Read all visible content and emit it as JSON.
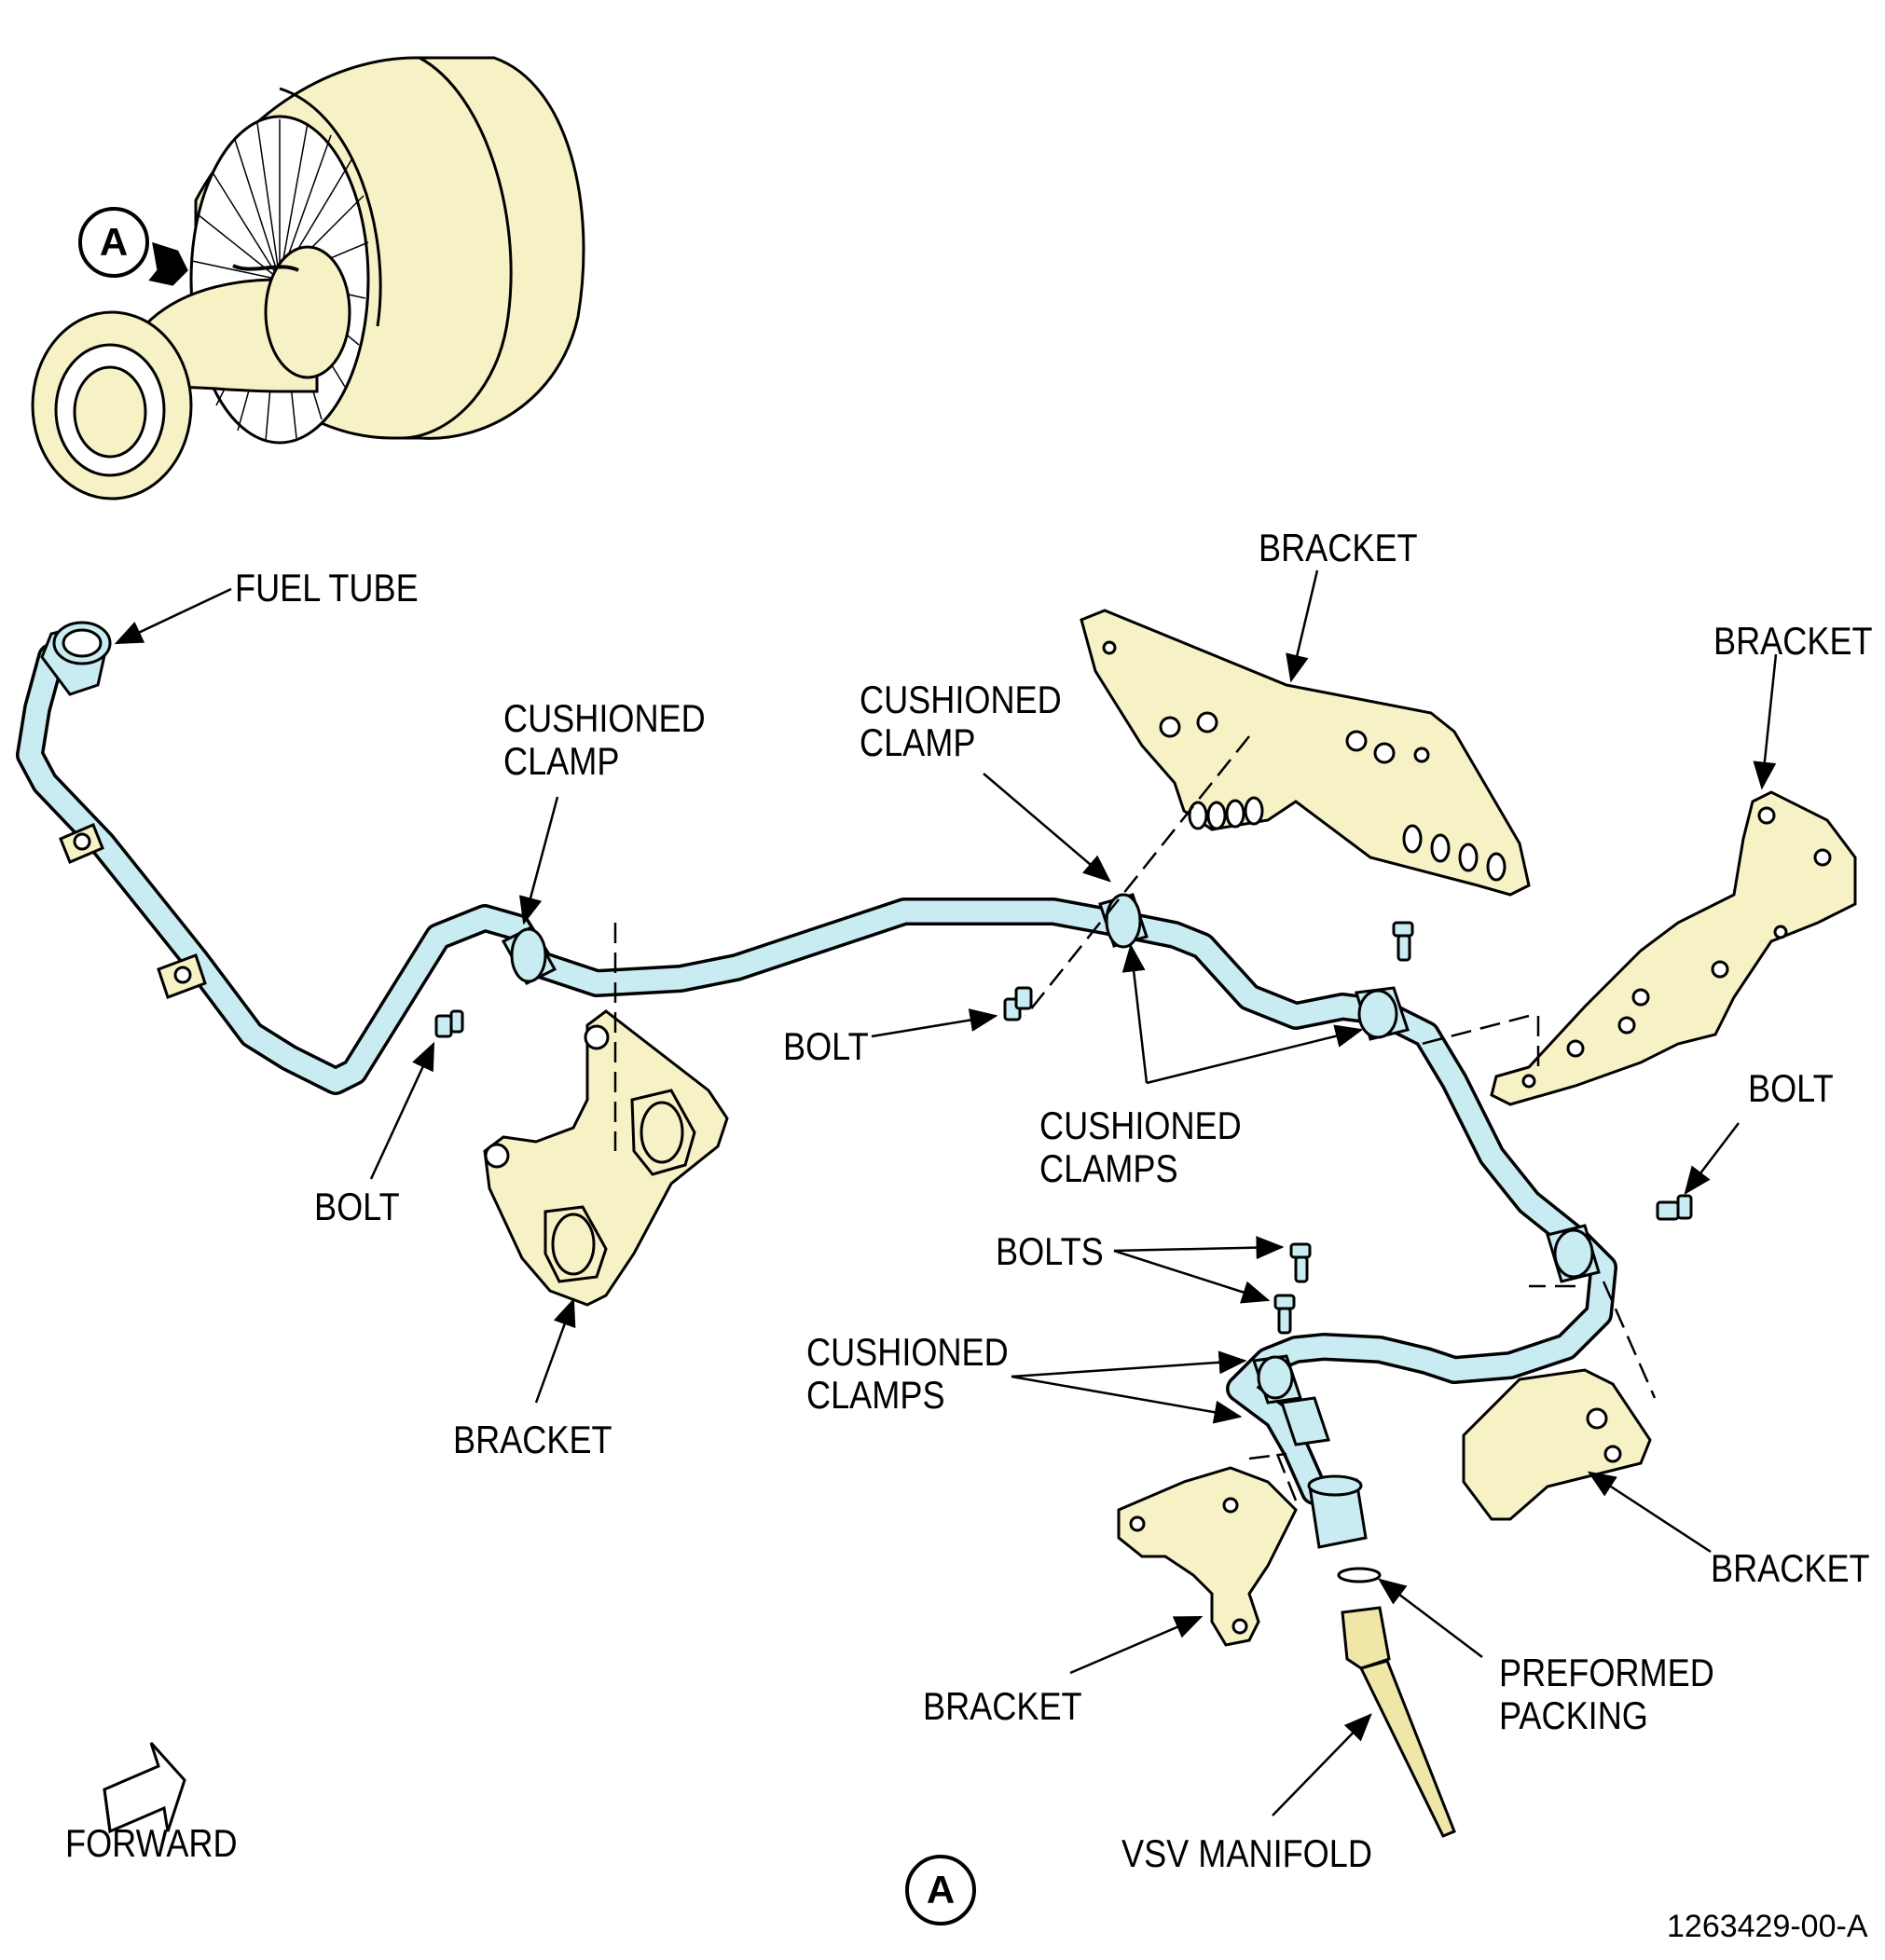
{
  "callouts": {
    "view_tag": "A",
    "view_tag_bottom": "A",
    "fuel_tube": "FUEL TUBE",
    "cushioned_clamp_left": "CUSHIONED\nCLAMP",
    "cushioned_clamp_center": "CUSHIONED\nCLAMP",
    "bracket_top": "BRACKET",
    "bracket_right": "BRACKET",
    "bolt_center": "BOLT",
    "bolt_left": "BOLT",
    "bolt_right": "BOLT",
    "cushioned_clamps_center": "CUSHIONED\nCLAMPS",
    "bolts": "BOLTS",
    "cushioned_clamps_lower": "CUSHIONED\nCLAMPS",
    "bracket_left": "BRACKET",
    "bracket_lower_right": "BRACKET",
    "preformed_packing": "PREFORMED\nPACKING",
    "bracket_bottom": "BRACKET",
    "vsv_manifold": "VSV MANIFOLD",
    "forward": "FORWARD",
    "figure_number": "1263429-00-A"
  },
  "colors": {
    "tube": "#c9ecf2",
    "bracket": "#f7f2c5",
    "engine": "#f7f2c5",
    "line": "#000000",
    "manifold": "#efe6a8"
  }
}
